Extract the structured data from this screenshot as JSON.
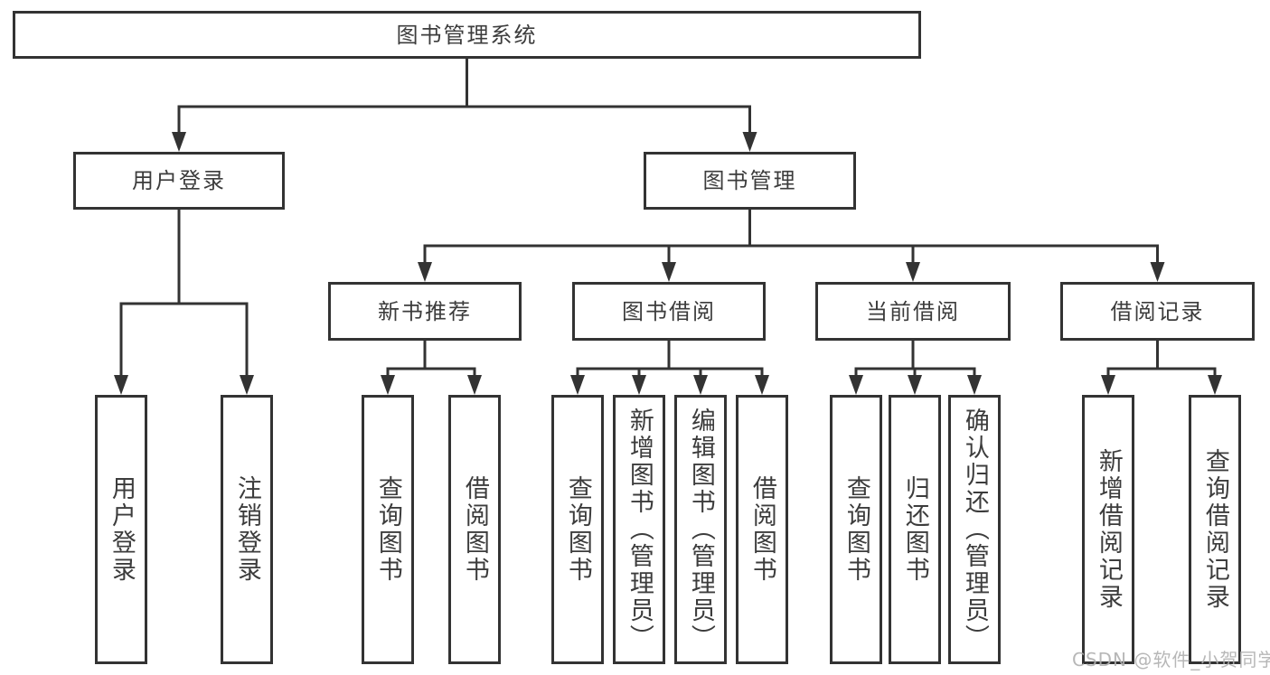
{
  "diagram": {
    "root_label": "图书管理系统",
    "level2": [
      {
        "label": "用户登录"
      },
      {
        "label": "图书管理"
      }
    ],
    "level3": [
      {
        "label": "新书推荐"
      },
      {
        "label": "图书借阅"
      },
      {
        "label": "当前借阅"
      },
      {
        "label": "借阅记录"
      }
    ],
    "leaves": {
      "user_login": [
        {
          "label": "用户登录"
        },
        {
          "label": "注销登录"
        }
      ],
      "new_book_recommend": [
        {
          "label": "查询图书"
        },
        {
          "label": "借阅图书"
        }
      ],
      "book_borrow": [
        {
          "label": "查询图书"
        },
        {
          "label": "新增图书（管理员）"
        },
        {
          "label": "编辑图书（管理员）"
        },
        {
          "label": "借阅图书"
        }
      ],
      "current_borrow": [
        {
          "label": "查询图书"
        },
        {
          "label": "归还图书"
        },
        {
          "label": "确认归还（管理员）"
        }
      ],
      "borrow_records": [
        {
          "label": "新增借阅记录"
        },
        {
          "label": "查询借阅记录"
        }
      ]
    }
  },
  "watermark": {
    "text": "CSDN @软件_小贺同学"
  },
  "colors": {
    "line": "#333333",
    "text": "#3c3c3c",
    "watermark": "#b0b0b0",
    "background": "#ffffff"
  }
}
